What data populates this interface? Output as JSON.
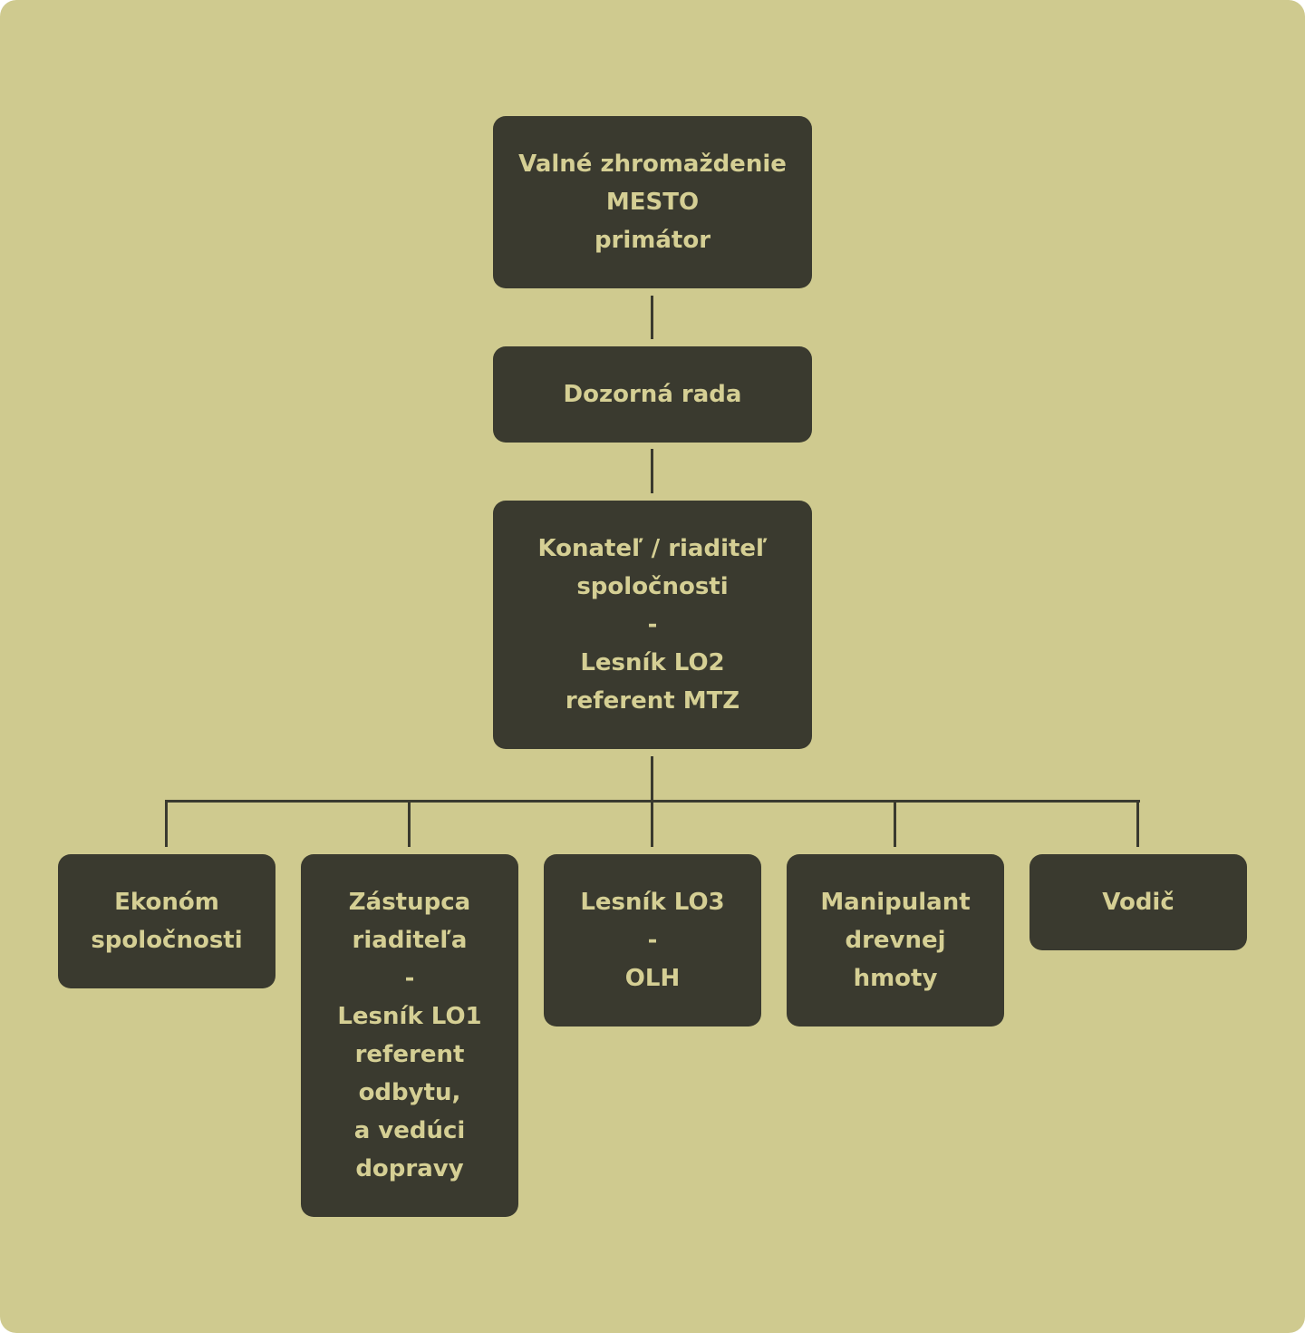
{
  "org_chart": {
    "top": {
      "lines": [
        "Valné zhromaždenie",
        "MESTO",
        "primátor"
      ]
    },
    "board": {
      "lines": [
        "Dozorná rada"
      ]
    },
    "director": {
      "lines": [
        "Konateľ / riaditeľ",
        "spoločnosti",
        "-",
        "Lesník LO2",
        "referent MTZ"
      ]
    },
    "children": [
      {
        "lines": [
          "Ekonóm",
          "spoločnosti"
        ]
      },
      {
        "lines": [
          "Zástupca",
          "riaditeľa",
          "-",
          "Lesník LO1",
          "referent",
          "odbytu,",
          "a vedúci",
          "dopravy"
        ]
      },
      {
        "lines": [
          "Lesník LO3",
          "-",
          "OLH"
        ]
      },
      {
        "lines": [
          "Manipulant",
          "drevnej",
          "hmoty"
        ]
      },
      {
        "lines": [
          "Vodič"
        ]
      }
    ]
  },
  "colors": {
    "background": "#cfca8f",
    "node_fill": "#3a3a2f",
    "node_text": "#d5cf94",
    "connector": "#3a3a2f"
  }
}
